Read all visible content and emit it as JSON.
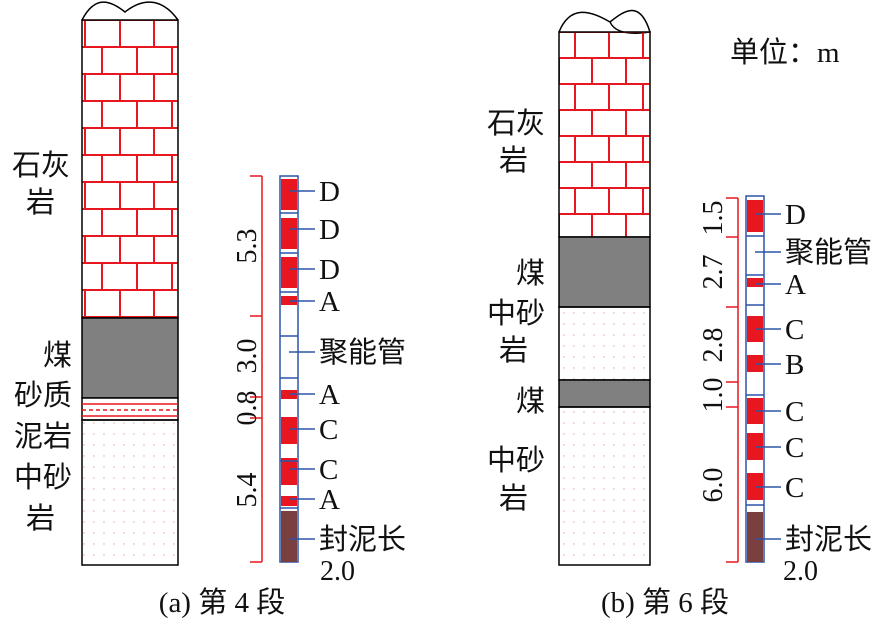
{
  "unit_label": "单位：m",
  "panel_a": {
    "caption": "(a) 第 4 段",
    "strata": {
      "limestone": [
        "石灰",
        "岩"
      ],
      "coal": "煤",
      "sandy_mudstone": [
        "砂质",
        "泥岩"
      ],
      "medium_sandstone": [
        "中砂",
        "岩"
      ]
    },
    "dimensions": [
      "5.3",
      "3.0",
      "0.8",
      "5.4"
    ],
    "charges": [
      "D",
      "D",
      "D",
      "A",
      "聚能管",
      "A",
      "C",
      "C",
      "A",
      "封泥长"
    ],
    "seal_length": "2.0"
  },
  "panel_b": {
    "caption": "(b) 第 6 段",
    "strata": {
      "limestone": [
        "石灰",
        "岩"
      ],
      "coal_upper": "煤",
      "medium_sandstone_upper": [
        "中砂",
        "岩"
      ],
      "coal_lower": "煤",
      "medium_sandstone_lower": [
        "中砂",
        "岩"
      ]
    },
    "dimensions": [
      "1.5",
      "2.7",
      "2.8",
      "1.0",
      "6.0"
    ],
    "charges": [
      "D",
      "聚能管",
      "A",
      "C",
      "B",
      "C",
      "C",
      "C",
      "封泥长"
    ],
    "seal_length": "2.0"
  },
  "colors": {
    "charge": "#e8161e",
    "coal": "#808080",
    "seal": "#7a4040",
    "tube": "#2d55a8",
    "bracket": "#e8161e"
  }
}
